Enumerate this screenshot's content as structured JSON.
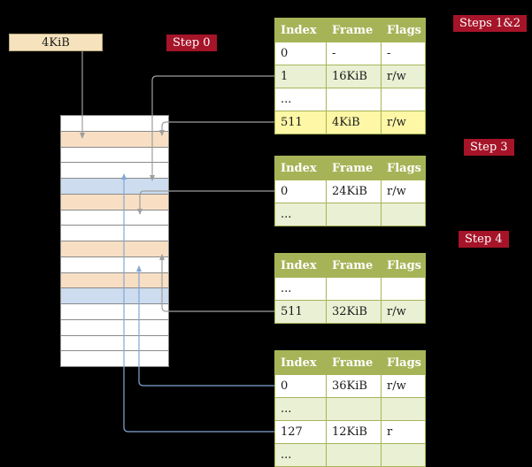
{
  "colors": {
    "background": "#000000",
    "label_bg": "#a51428",
    "label_text": "#ffffff",
    "frame_box_bg": "#f6e3bd",
    "table_border": "#a6b457",
    "table_header_bg": "#a6b457",
    "table_header_text": "#ffffff",
    "row_green": "#eaf0d4",
    "row_yellow": "#fdf7a6",
    "mem_peach": "#f8dfc4",
    "mem_blue": "#cdddef",
    "mem_border": "#8a8a8a",
    "arrow_gray": "#9e9e9e",
    "arrow_blue": "#84a7d3"
  },
  "frame_box": {
    "label": "4KiB"
  },
  "step_labels": {
    "step0": "Step 0",
    "steps_1_2": "Steps 1&2",
    "step3": "Step 3",
    "step4": "Step 4"
  },
  "memory_column": {
    "rows": [
      {
        "color": "white"
      },
      {
        "color": "peach"
      },
      {
        "color": "white"
      },
      {
        "color": "white"
      },
      {
        "color": "blue"
      },
      {
        "color": "peach"
      },
      {
        "color": "white"
      },
      {
        "color": "white"
      },
      {
        "color": "peach"
      },
      {
        "color": "white"
      },
      {
        "color": "peach"
      },
      {
        "color": "blue"
      },
      {
        "color": "white"
      },
      {
        "color": "white"
      },
      {
        "color": "white"
      },
      {
        "color": "white"
      }
    ]
  },
  "tables": [
    {
      "step_label": "Steps 1&2",
      "headers": [
        "Index",
        "Frame",
        "Flags"
      ],
      "rows": [
        {
          "index": "0",
          "frame": "-",
          "flags": "-",
          "bg": "white"
        },
        {
          "index": "1",
          "frame": "16KiB",
          "flags": "r/w",
          "bg": "green"
        },
        {
          "index": "...",
          "frame": "",
          "flags": "",
          "bg": "white"
        },
        {
          "index": "511",
          "frame": "4KiB",
          "flags": "r/w",
          "bg": "yellow"
        }
      ]
    },
    {
      "step_label": "Step 3",
      "headers": [
        "Index",
        "Frame",
        "Flags"
      ],
      "rows": [
        {
          "index": "0",
          "frame": "24KiB",
          "flags": "r/w",
          "bg": "white"
        },
        {
          "index": "...",
          "frame": "",
          "flags": "",
          "bg": "green"
        }
      ]
    },
    {
      "step_label": "Step 4",
      "headers": [
        "Index",
        "Frame",
        "Flags"
      ],
      "rows": [
        {
          "index": "...",
          "frame": "",
          "flags": "",
          "bg": "white"
        },
        {
          "index": "511",
          "frame": "32KiB",
          "flags": "r/w",
          "bg": "green"
        }
      ]
    },
    {
      "step_label": "",
      "headers": [
        "Index",
        "Frame",
        "Flags"
      ],
      "rows": [
        {
          "index": "0",
          "frame": "36KiB",
          "flags": "r/w",
          "bg": "white"
        },
        {
          "index": "...",
          "frame": "",
          "flags": "",
          "bg": "green"
        },
        {
          "index": "127",
          "frame": "12KiB",
          "flags": "r",
          "bg": "white"
        },
        {
          "index": "...",
          "frame": "",
          "flags": "",
          "bg": "green"
        }
      ]
    }
  ]
}
